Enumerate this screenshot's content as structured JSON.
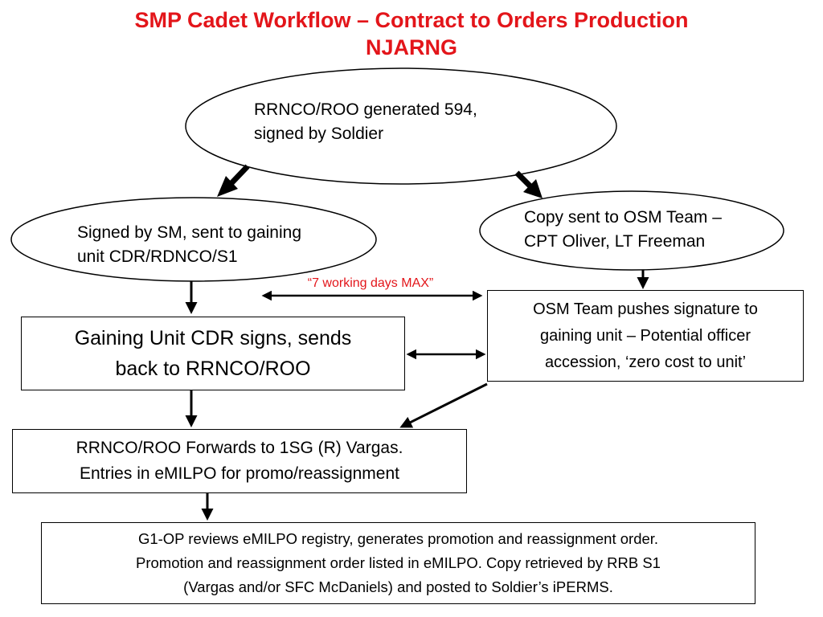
{
  "title": {
    "line1": "SMP Cadet Workflow – Contract to Orders Production",
    "line2": "NJARNG"
  },
  "nodes": {
    "start": {
      "shape": "ellipse",
      "lines": [
        "RRNCO/ROO generated 594,",
        "signed by Soldier"
      ]
    },
    "signed_by_sm": {
      "shape": "ellipse",
      "lines": [
        "Signed by SM, sent to gaining",
        "unit CDR/RDNCO/S1"
      ]
    },
    "copy_osm": {
      "shape": "ellipse",
      "lines": [
        "Copy sent to OSM Team –",
        "CPT Oliver, LT Freeman"
      ]
    },
    "osm_push": {
      "shape": "rectangle",
      "lines": [
        "OSM Team pushes signature to",
        "gaining unit – Potential officer",
        "accession, ‘zero cost to unit’"
      ]
    },
    "gaining_cdr": {
      "shape": "rectangle",
      "lines": [
        "Gaining Unit CDR signs, sends",
        "back to RRNCO/ROO"
      ]
    },
    "forward_1sg": {
      "shape": "rectangle",
      "lines": [
        "RRNCO/ROO Forwards to 1SG (R) Vargas.",
        "Entries in eMILPO for promo/reassignment"
      ]
    },
    "g1_review": {
      "shape": "rectangle",
      "lines": [
        "G1-OP reviews eMILPO registry, generates promotion and reassignment order.",
        "Promotion and reassignment order listed in eMILPO.  Copy retrieved by RRB S1",
        "(Vargas and/or SFC McDaniels) and posted to Soldier’s iPERMS."
      ]
    }
  },
  "note": "“7 working days MAX”",
  "edges": [
    {
      "from": "start",
      "to": "signed_by_sm",
      "style": "bold-arrow"
    },
    {
      "from": "start",
      "to": "copy_osm",
      "style": "bold-arrow"
    },
    {
      "from": "signed_by_sm",
      "to": "gaining_cdr",
      "style": "arrow"
    },
    {
      "from": "copy_osm",
      "to": "osm_push",
      "style": "arrow"
    },
    {
      "from": "gaining_cdr",
      "to": "osm_push",
      "style": "double-arrow"
    },
    {
      "from": "signed_by_sm",
      "to": "osm_push",
      "style": "double-arrow",
      "label": "note"
    },
    {
      "from": "gaining_cdr",
      "to": "forward_1sg",
      "style": "arrow"
    },
    {
      "from": "osm_push",
      "to": "forward_1sg",
      "style": "arrow"
    },
    {
      "from": "forward_1sg",
      "to": "g1_review",
      "style": "arrow"
    }
  ],
  "colors": {
    "title": "#e3151a",
    "note": "#e3151a",
    "stroke": "#000000",
    "background": "#ffffff"
  }
}
